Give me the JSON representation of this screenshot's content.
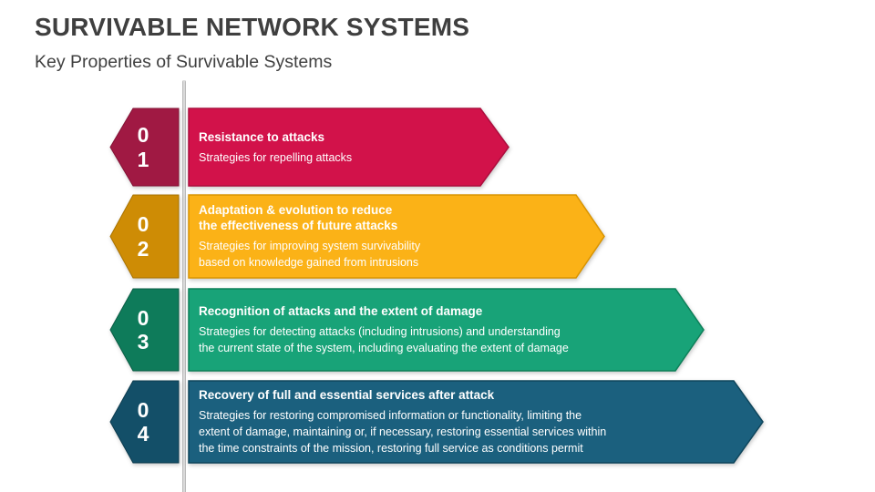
{
  "slide": {
    "title": "SURVIVABLE NETWORK SYSTEMS",
    "subtitle": "Key Properties of Survivable Systems",
    "title_color": "#3F3F3F",
    "subtitle_color": "#404040",
    "background_color": "#FFFFFF",
    "divider_color": "#BDBDBD"
  },
  "rows": [
    {
      "number": [
        "0",
        "1"
      ],
      "title_lines": [
        "Resistance to attacks"
      ],
      "desc_lines": [
        "Strategies for repelling attacks"
      ],
      "colors": {
        "banner": "#D2124A",
        "banner_border": "#AD0E3E",
        "hexagon": "#A01943",
        "hexagon_border": "#83123563",
        "text": "#FFFFFF"
      }
    },
    {
      "number": [
        "0",
        "2"
      ],
      "title_lines": [
        "Adaptation & evolution to reduce",
        "the effectiveness of future attacks"
      ],
      "desc_lines": [
        "Strategies for improving system survivability",
        "based on knowledge gained from intrusions"
      ],
      "colors": {
        "banner": "#FBB217",
        "banner_border": "#D99400",
        "hexagon": "#CE8C05",
        "hexagon_border": "#A8720063",
        "text": "#FFFFFF"
      }
    },
    {
      "number": [
        "0",
        "3"
      ],
      "title_lines": [
        "Recognition of attacks and the extent of damage"
      ],
      "desc_lines": [
        "Strategies for detecting attacks (including intrusions) and understanding",
        "the current state of the system, including evaluating the extent of damage"
      ],
      "colors": {
        "banner": "#18A378",
        "banner_border": "#0D8059",
        "hexagon": "#0E7B5A",
        "hexagon_border": "#0A5C4463",
        "text": "#FFFFFF"
      }
    },
    {
      "number": [
        "0",
        "4"
      ],
      "title_lines": [
        "Recovery of full and essential services after attack"
      ],
      "desc_lines": [
        "Strategies for restoring compromised information or functionality, limiting the",
        "extent of damage, maintaining or, if necessary, restoring essential services within",
        "the time constraints of the mission, restoring full service as conditions permit"
      ],
      "colors": {
        "banner": "#1B607E",
        "banner_border": "#0F465C",
        "hexagon": "#134F68",
        "hexagon_border": "#0C3B4E63",
        "text": "#FFFFFF"
      }
    }
  ]
}
